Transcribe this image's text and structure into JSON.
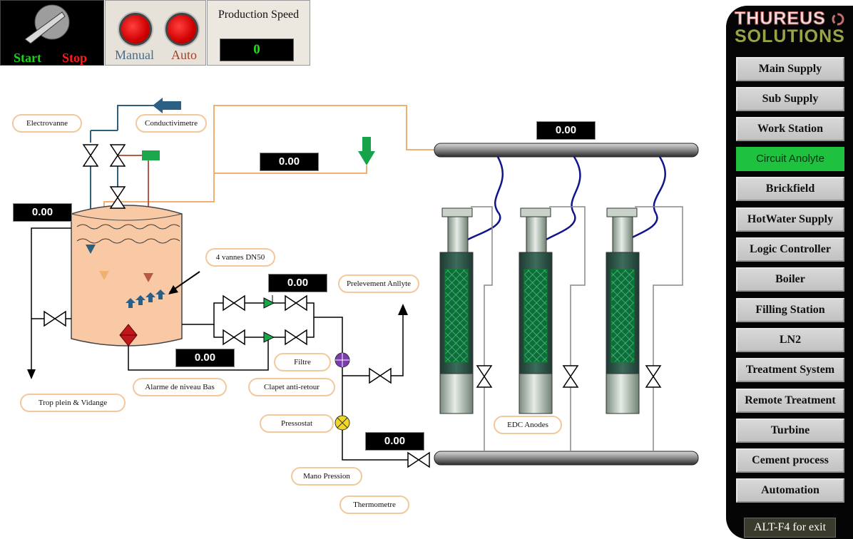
{
  "controls": {
    "start_label": "Start",
    "stop_label": "Stop",
    "manual_label": "Manual",
    "auto_label": "Auto",
    "speed_title": "Production Speed",
    "speed_value": "0"
  },
  "displays": {
    "tank_level": "0.00",
    "inlet_flow": "0.00",
    "valves_upper": "0.00",
    "tank_bottom": "0.00",
    "header_top": "0.00",
    "header_bottom": "0.00"
  },
  "tags": {
    "electrovanne": "Electrovanne",
    "conductivimetre": "Conductivimetre",
    "vannes": "4 vannes DN50",
    "prelevement": "Prelevement Anllyte",
    "filtre": "Filtre",
    "alarme": "Alarme de niveau Bas",
    "clapet": "Clapet anti-retour",
    "trop_plein": "Trop plein & Vidange",
    "pressostat": "Pressostat",
    "mano": "Mano Pression",
    "thermometre": "Thermometre",
    "edc": "EDC Anodes"
  },
  "brand": {
    "line1": "THUREUS",
    "line2": "SOLUTIONS"
  },
  "nav": [
    {
      "label": "Main Supply",
      "active": false
    },
    {
      "label": "Sub Supply",
      "active": false
    },
    {
      "label": "Work Station",
      "active": false
    },
    {
      "label": "Circuit Anolyte",
      "active": true
    },
    {
      "label": "Brickfield",
      "active": false
    },
    {
      "label": "HotWater Supply",
      "active": false
    },
    {
      "label": "Logic Controller",
      "active": false
    },
    {
      "label": "Boiler",
      "active": false
    },
    {
      "label": "Filling Station",
      "active": false
    },
    {
      "label": "LN2",
      "active": false
    },
    {
      "label": "Treatment System",
      "active": false
    },
    {
      "label": "Remote Treatment",
      "active": false
    },
    {
      "label": "Turbine",
      "active": false
    },
    {
      "label": "Cement process",
      "active": false
    },
    {
      "label": "Automation",
      "active": false
    }
  ],
  "exit_label": "ALT-F4 for exit",
  "colors": {
    "active_nav": "#1fc23e",
    "pipe_orange": "#f0b070",
    "pipe_blue": "#2f5f7f",
    "pipe_red": "#b65a48",
    "tank_fill": "#f8c9a4"
  }
}
